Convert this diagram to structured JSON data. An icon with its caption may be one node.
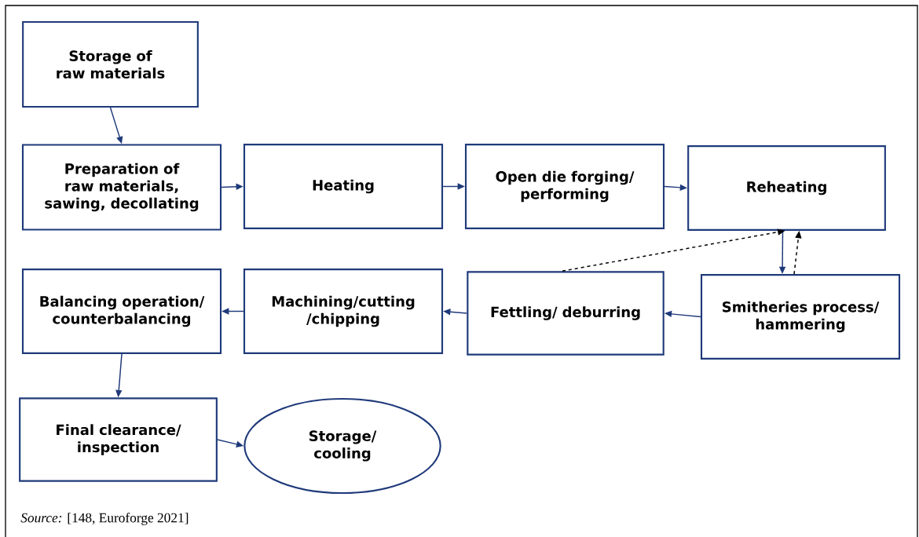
{
  "diagram": {
    "nodes": [
      {
        "text": [
          "Storage of raw materials"
        ]
      },
      {
        "text": [
          "Preparation of raw materials, sawing, decollating"
        ]
      },
      {
        "text": [
          "Heating"
        ]
      },
      {
        "text": [
          "Open die forging/ performing"
        ]
      },
      {
        "text": [
          "Reheating"
        ]
      },
      {
        "text": [
          "Balancing operation/ counterbalancing"
        ]
      },
      {
        "text": [
          "Machining/cutting /chipping"
        ]
      },
      {
        "text": [
          "Fettling/ deburring"
        ]
      },
      {
        "text": [
          "Smitheries process/ hammering"
        ]
      },
      {
        "text": [
          "Final clearance/ inspection"
        ]
      },
      {
        "text": [
          "Storage/ cooling"
        ]
      }
    ],
    "edges": [
      {
        "from": 0,
        "to": 1,
        "arrow": "to"
      },
      {
        "from": 1,
        "to": 2,
        "arrow": "to"
      },
      {
        "from": 2,
        "to": 3,
        "arrow": "to"
      },
      {
        "from": 3,
        "to": 4,
        "arrow": "to"
      },
      {
        "from": 4,
        "to": 8,
        "arrow": "to"
      },
      {
        "from": 8,
        "to": 4,
        "arrow": "to",
        "style": "dashed",
        "color": "#000000"
      },
      {
        "from": 7,
        "to": 4,
        "arrow": "to",
        "style": "dashed",
        "color": "#000000"
      },
      {
        "from": 8,
        "to": 7,
        "arrow": "to"
      },
      {
        "from": 7,
        "to": 6,
        "arrow": "to"
      },
      {
        "from": 6,
        "to": 5,
        "arrow": "to"
      },
      {
        "from": 5,
        "to": 9,
        "arrow": "to"
      },
      {
        "from": 9,
        "to": 10,
        "arrow": "to"
      }
    ],
    "labels": [
      "*Source:* [148, Euroforge 2021]"
    ]
  }
}
